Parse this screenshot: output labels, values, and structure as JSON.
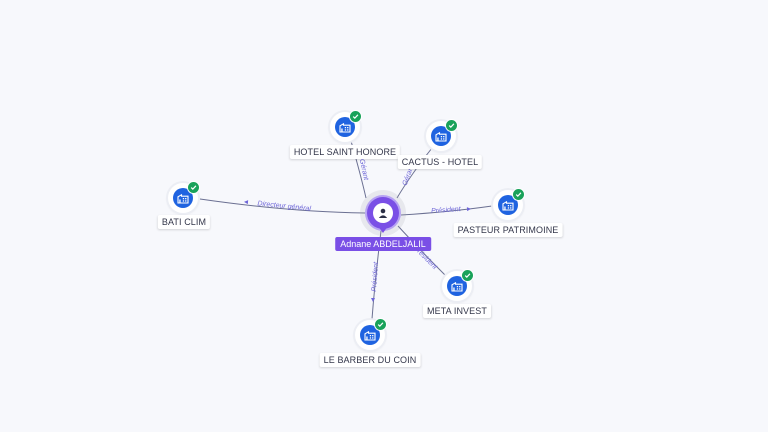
{
  "person": {
    "name": "Adnane ABDELJALIL",
    "icon": "person-icon",
    "color": "#7a4fe6"
  },
  "companies": [
    {
      "id": "hotel-saint-honore",
      "label": "HOTEL SAINT HONORE",
      "role": "Gérant",
      "verified": true,
      "icon": "building-icon"
    },
    {
      "id": "cactus-hotel",
      "label": "CACTUS - HOTEL",
      "role": "Gérant",
      "verified": true,
      "icon": "building-icon"
    },
    {
      "id": "bati-clim",
      "label": "BATI CLIM",
      "role": "Directeur général",
      "verified": true,
      "icon": "building-icon"
    },
    {
      "id": "pasteur-patrimoine",
      "label": "PASTEUR PATRIMOINE",
      "role": "Président",
      "verified": true,
      "icon": "building-icon"
    },
    {
      "id": "meta-invest",
      "label": "META INVEST",
      "role": "Président",
      "verified": true,
      "icon": "building-icon"
    },
    {
      "id": "le-barber-du-coin",
      "label": "LE BARBER DU COIN",
      "role": "Président",
      "verified": true,
      "icon": "building-icon"
    }
  ],
  "colors": {
    "company_icon": "#1f63e0",
    "verified_badge": "#19a25a",
    "edge_label": "#6e66d8",
    "background": "#f7f8fc"
  }
}
